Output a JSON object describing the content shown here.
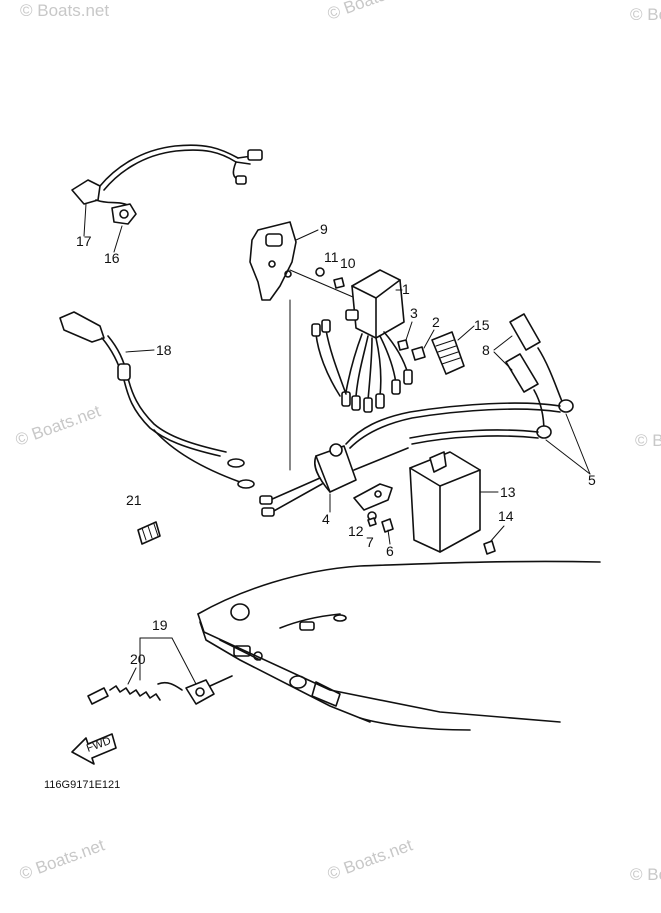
{
  "diagram_code": "116G9171E121",
  "fwd_label": "FWD",
  "watermark": "© Boats.net",
  "callouts": {
    "c1": "1",
    "c2": "2",
    "c3": "3",
    "c4": "4",
    "c5": "5",
    "c6": "6",
    "c7": "7",
    "c8": "8",
    "c9": "9",
    "c10": "10",
    "c11": "11",
    "c12": "12",
    "c13": "13",
    "c14": "14",
    "c15": "15",
    "c16": "16",
    "c17": "17",
    "c18": "18",
    "c19": "19",
    "c20": "20",
    "c21": "21"
  }
}
